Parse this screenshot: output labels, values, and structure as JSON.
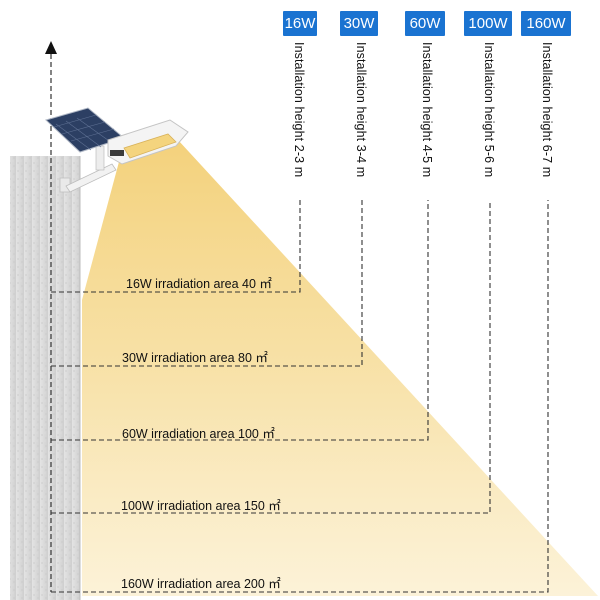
{
  "power_options": [
    {
      "watt": "16W",
      "height": "Installation height 2-3 m",
      "area": "16W irradiation area 40 ㎡"
    },
    {
      "watt": "30W",
      "height": "Installation height 3-4 m",
      "area": "30W irradiation area 80 ㎡"
    },
    {
      "watt": "60W",
      "height": "Installation height 4-5 m",
      "area": "60W irradiation area 100 ㎡"
    },
    {
      "watt": "100W",
      "height": "Installation height 5-6 m",
      "area": "100W irradiation area 150 ㎡"
    },
    {
      "watt": "160W",
      "height": "Installation height 6-7 m",
      "area": "160W irradiation area 200 ㎡"
    }
  ],
  "colors": {
    "badge": "#1a73d1",
    "light_beam": "#f6d98a",
    "wall": "#d9d9d9",
    "dashed_line": "#333333"
  },
  "icons": [
    "up-arrow-icon",
    "street-lamp-icon",
    "solar-panel-icon"
  ]
}
